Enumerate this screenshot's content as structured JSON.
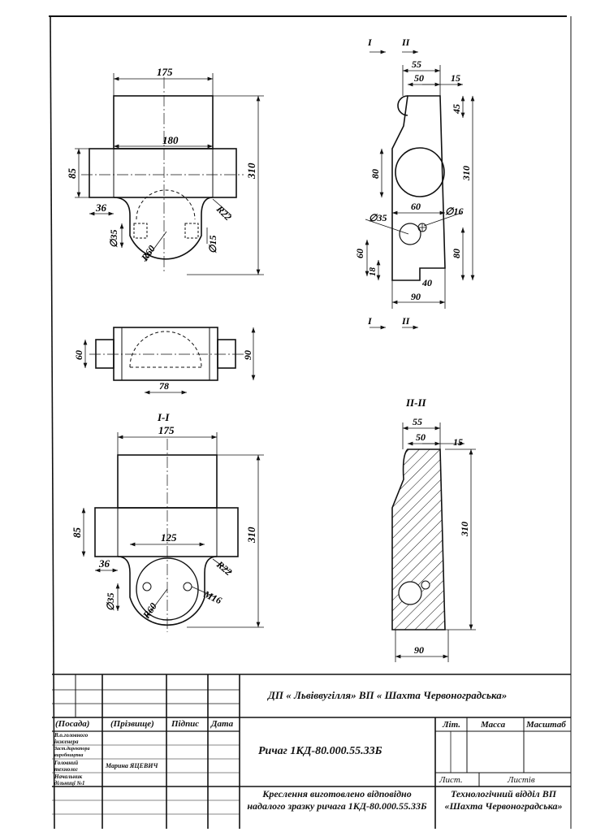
{
  "section_marks": {
    "i_top": "I",
    "ii_top": "II",
    "i_bottom": "I",
    "ii_bottom": "II",
    "section_i_title": "I-I",
    "section_ii_title": "II-II"
  },
  "view_front": {
    "dims": {
      "top_width": "175",
      "mid_width": "180",
      "height": "310",
      "boss_height": "85",
      "left_offset": "36",
      "fillet": "R22",
      "bore": "∅35",
      "radius": "R60",
      "hole": "∅15"
    }
  },
  "view_side": {
    "dims": {
      "w55": "55",
      "w50": "50",
      "w15": "15",
      "h45": "45",
      "h310": "310",
      "h80": "80",
      "w60": "60",
      "hole16": "∅16",
      "bore35": "∅35",
      "h60": "60",
      "h18": "18",
      "h80b": "80",
      "w40": "40",
      "w90": "90"
    }
  },
  "view_top": {
    "dims": {
      "left_h": "60",
      "right_h": "90",
      "width78": "78"
    }
  },
  "section_i": {
    "dims": {
      "top_width": "175",
      "height": "310",
      "boss_height": "85",
      "w125": "125",
      "left_offset": "36",
      "fillet": "R22",
      "bore": "∅35",
      "radius": "R60",
      "thread": "M16"
    }
  },
  "section_ii": {
    "dims": {
      "w55": "55",
      "w50": "50",
      "w15": "15",
      "h310": "310",
      "w90": "90"
    }
  },
  "title_block": {
    "organization": "ДП « Львіввугілля»   ВП « Шахта Червоноградська»",
    "col_position": "(Посада)",
    "col_surname": "(Прізвище)",
    "col_signature": "Підпис",
    "col_date": "Дата",
    "roles": [
      "В.о.головного інженера",
      "Заст.директора виробництва",
      "Головний технолог",
      "Начальник дільниці №1"
    ],
    "technologist_name": "Марина ЯЦЕВИЧ",
    "drawing_title": "Ричаг 1КД-80.000.55.33Б",
    "lit_label": "Літ.",
    "mass_label": "Масса",
    "scale_label": "Масштаб",
    "sheet_label": "Лист.",
    "sheets_label": "Листів",
    "note": "Креслення виготовлено відповідно надалого зразку ричага 1КД-80.000.55.33Б",
    "department": "Технологічний відділ ВП «Шахта Червоноградська»"
  }
}
